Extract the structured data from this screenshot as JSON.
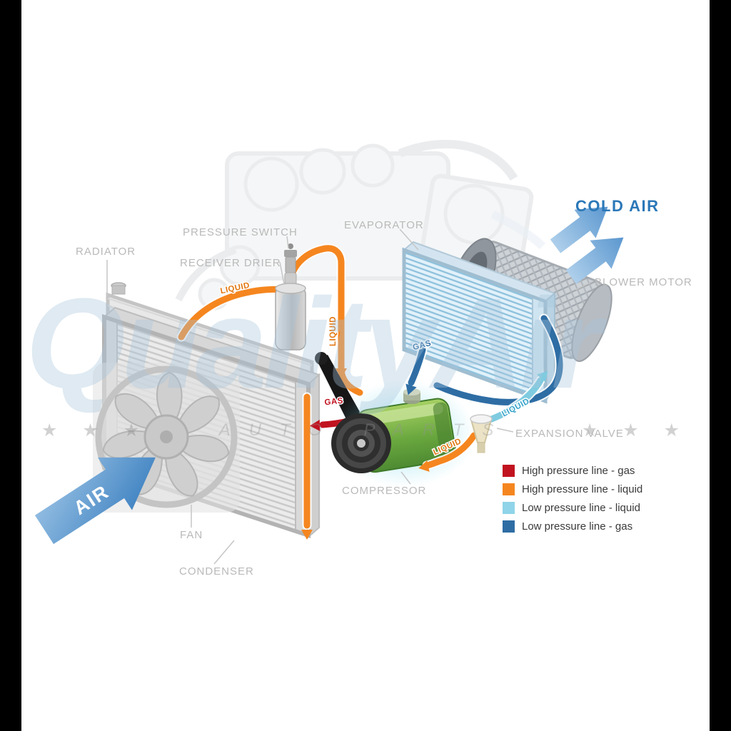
{
  "watermark": {
    "text": "QualityAir",
    "strip_text": "AUTO PARTS",
    "stars_left": "★ ★ ★",
    "stars_right": "★ ★ ★"
  },
  "labels": {
    "radiator": "RADIATOR",
    "pressure_switch": "PRESSURE SWITCH",
    "receiver_drier": "RECEIVER DRIER",
    "evaporator": "EVAPORATOR",
    "cold_air": "COLD AIR",
    "blower_motor": "BLOWER MOTOR",
    "expansion_valve": "EXPANSION VALVE",
    "compressor": "COMPRESSOR",
    "fan": "FAN",
    "condenser": "CONDENSER",
    "air": "AIR"
  },
  "pipe_labels": {
    "liquid": "LIQUID",
    "gas": "GAS"
  },
  "legend": {
    "items": [
      {
        "color": "#c1121f",
        "label": "High pressure line - gas"
      },
      {
        "color": "#f5861f",
        "label": "High pressure line - liquid"
      },
      {
        "color": "#8fd4e8",
        "label": "Low pressure line - liquid"
      },
      {
        "color": "#2e6da4",
        "label": "Low pressure line -  gas"
      }
    ]
  },
  "colors": {
    "high_pressure_gas": "#c1121f",
    "high_pressure_liquid": "#f5861f",
    "low_pressure_liquid": "#7fcbe0",
    "low_pressure_gas": "#2e6da4",
    "cold_air_text": "#2b78b8"
  }
}
